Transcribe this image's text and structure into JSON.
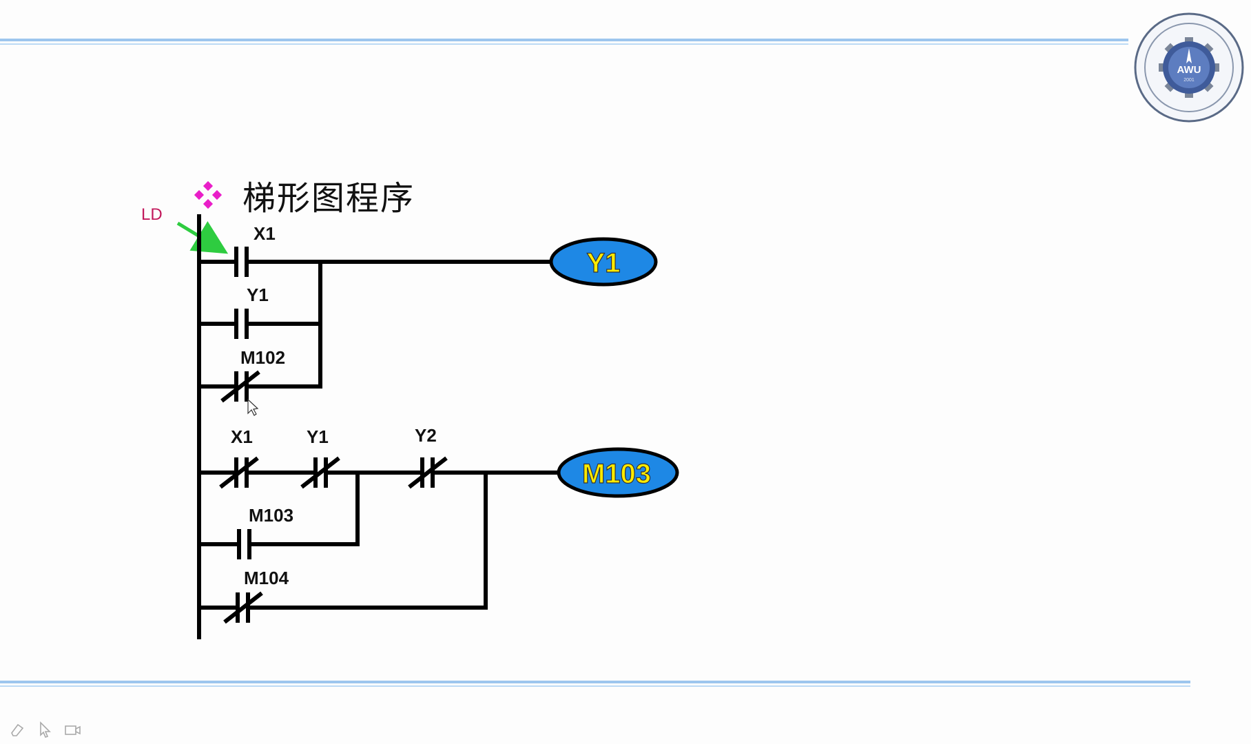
{
  "slide": {
    "title": "梯形图程序",
    "annotation": "LD",
    "seal_text": "AWU",
    "seal_year": "2001"
  },
  "ladder": {
    "rung1": {
      "contacts": [
        {
          "label": "X1",
          "type": "NO"
        },
        {
          "label": "Y1",
          "type": "NO"
        },
        {
          "label": "M102",
          "type": "NC"
        }
      ],
      "coil": "Y1"
    },
    "rung2": {
      "contacts": [
        {
          "label": "X1",
          "type": "NC"
        },
        {
          "label": "Y1",
          "type": "NC"
        },
        {
          "label": "Y2",
          "type": "NC"
        },
        {
          "label": "M103",
          "type": "NO"
        },
        {
          "label": "M104",
          "type": "NC"
        }
      ],
      "coil": "M103"
    }
  },
  "colors": {
    "coil_fill": "#1e88e5",
    "coil_text": "#ffeb00",
    "arrow": "#2ecc40",
    "bullet": "#e91ec8",
    "annotation": "#c2185b",
    "rule": "#9dc6ee"
  },
  "toolbar": {
    "icons": [
      "eraser-icon",
      "pointer-icon",
      "camera-icon"
    ]
  }
}
